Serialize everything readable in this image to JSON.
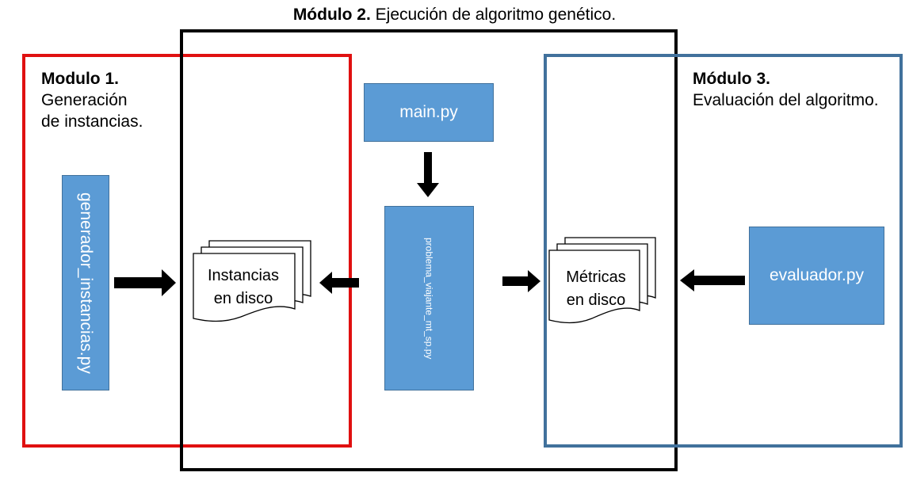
{
  "title": {
    "bold": "Módulo 2.",
    "text": " Ejecución de algoritmo genético."
  },
  "module1": {
    "heading": "Modulo 1.",
    "line1": "Generación",
    "line2": "de instancias."
  },
  "module3": {
    "heading": "Módulo 3.",
    "line1": "Evaluación del algoritmo."
  },
  "scripts": {
    "generador": "generador_instancias.py",
    "main": "main.py",
    "problema": "problema_viajante_mt_sp.py",
    "evaluador": "evaluador.py"
  },
  "documents": {
    "instancias": {
      "line1": "Instancias",
      "line2": "en disco"
    },
    "metricas": {
      "line1": "Métricas",
      "line2": "en disco"
    }
  },
  "colors": {
    "module1_border": "#e01010",
    "module2_border": "#000000",
    "module3_border": "#41719c",
    "script_fill": "#5b9bd5",
    "script_text": "#ffffff",
    "arrow": "#000000"
  }
}
